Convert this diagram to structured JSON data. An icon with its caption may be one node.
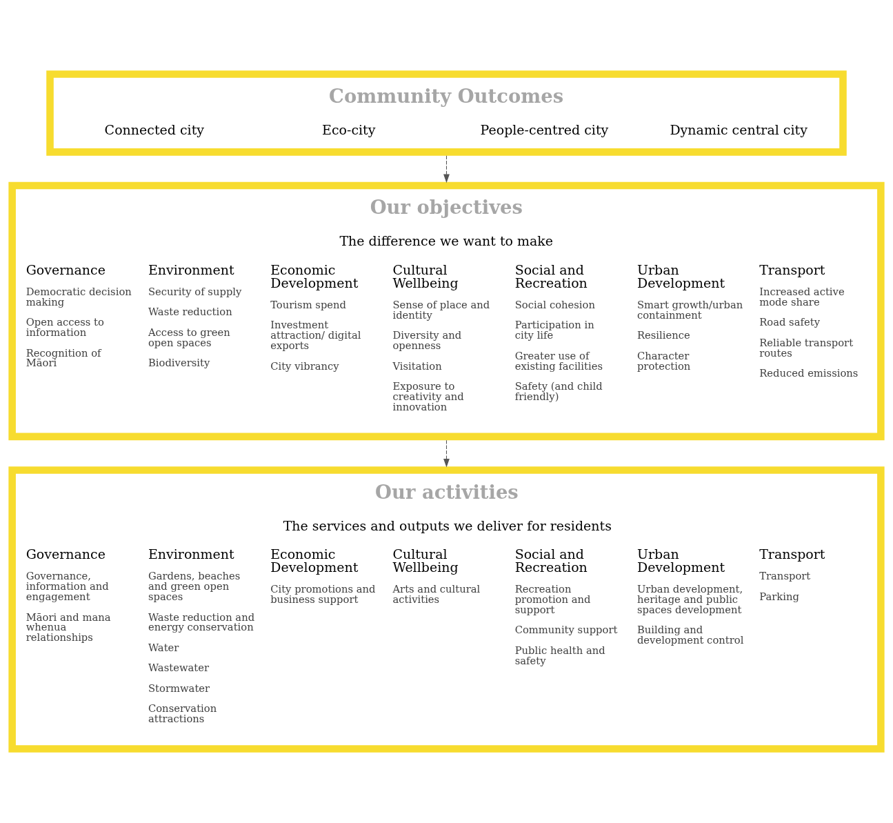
{
  "diagram": {
    "nodes": [
      {
        "text": [
          "Community Outcomes",
          "Connected city",
          "Eco-city",
          "People-centred city",
          "Dynamic central city"
        ]
      },
      {
        "text": [
          "Our objectives",
          "The difference we want to make",
          "Governance",
          "Democratic decision making",
          "Open access to information",
          "Recognition of Māori",
          "Environment",
          "Security of supply",
          "Waste reduction",
          "Access to green open spaces",
          "Biodiversity",
          "Economic Development",
          "Tourism spend",
          "Investment attraction/ digital exports",
          "City vibrancy",
          "Cultural Wellbeing",
          "Sense of place and identity",
          "Diversity and openness",
          "Visitation",
          "Exposure to creativity and innovation",
          "Social and Recreation",
          "Social cohesion",
          "Participation in city life",
          "Greater use of existing facilities",
          "Safety (and child friendly)",
          "Urban Development",
          "Smart growth/urban containment",
          "Resilience",
          "Character protection",
          "Transport",
          "Increased active mode share",
          "Road safety",
          "Reliable transport routes",
          "Reduced emissions"
        ]
      },
      {
        "text": [
          "Our activities",
          "The services and outputs we deliver for residents",
          "Governance",
          "Governance, information and engagement",
          "Māori and mana whenua relationships",
          "Environment",
          "Gardens, beaches and green open spaces",
          "Waste reduction and energy conservation",
          "Water",
          "Wastewater",
          "Stormwater",
          "Conservation attractions",
          "Economic Development",
          "City promotions and business support",
          "Cultural Wellbeing",
          "Arts and cultural activities",
          "Social and Recreation",
          "Recreation promotion and support",
          "Community support",
          "Public health and safety",
          "Urban Development",
          "Urban development, heritage and public spaces development",
          "Building and development control",
          "Transport",
          "Transport",
          "Parking"
        ]
      }
    ],
    "edges": [
      {
        "from": 0,
        "to": 1,
        "arrow": "to",
        "style": "dashed"
      },
      {
        "from": 1,
        "to": 2,
        "arrow": "to",
        "style": "dashed"
      }
    ]
  }
}
